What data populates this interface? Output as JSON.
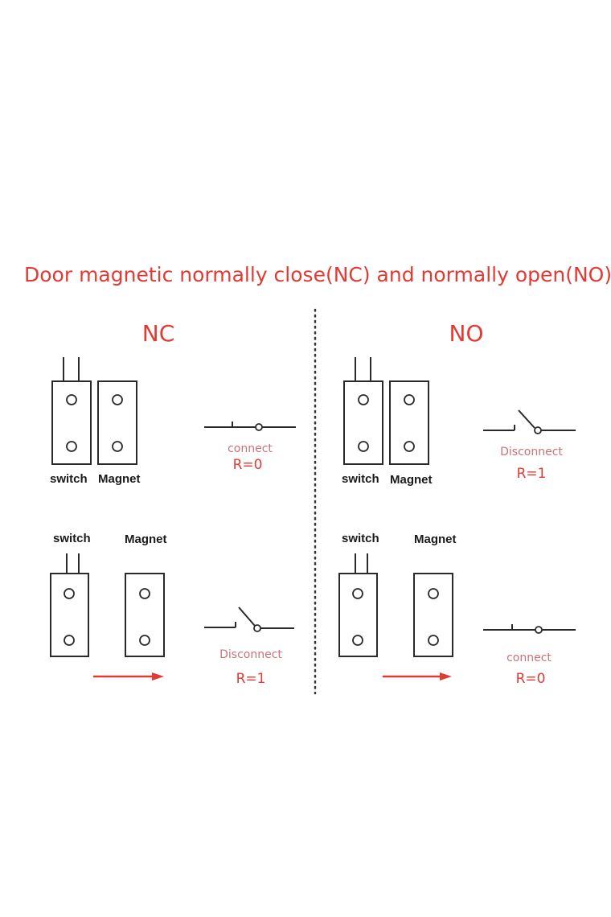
{
  "title": "Door magnetic normally close(NC) and normally open(NO)",
  "panels": {
    "nc": {
      "heading": "NC",
      "closed_state": {
        "switch_label": "switch",
        "magnet_label": "Magnet",
        "status": "connect",
        "resistance": "R=0"
      },
      "open_state": {
        "switch_label": "switch",
        "magnet_label": "Magnet",
        "status": "Disconnect",
        "resistance": "R=1"
      }
    },
    "no": {
      "heading": "NO",
      "closed_state": {
        "switch_label": "switch",
        "magnet_label": "Magnet",
        "status": "Disconnect",
        "resistance": "R=1"
      },
      "open_state": {
        "switch_label": "switch",
        "magnet_label": "Magnet",
        "status": "connect",
        "resistance": "R=0"
      }
    }
  },
  "colors": {
    "title": "#e23b33",
    "status_text": "#c9727a",
    "arrow": "#e23b33",
    "outline": "#2a2a2a"
  }
}
